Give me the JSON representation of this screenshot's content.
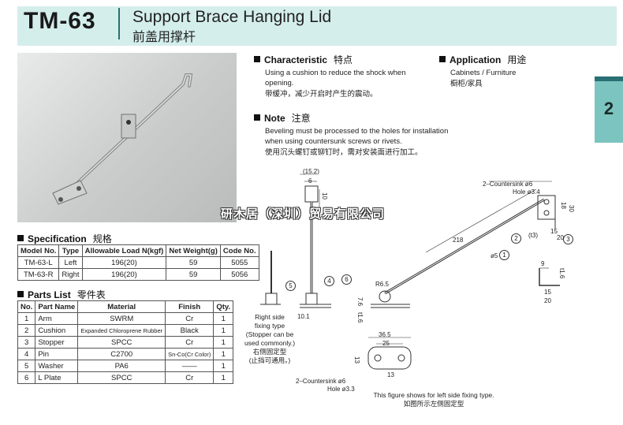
{
  "header": {
    "model": "TM-63",
    "title_en": "Support Brace Hanging Lid",
    "title_cn": "前盖用撑杆"
  },
  "side_tab": {
    "number": "2"
  },
  "characteristic": {
    "title": "Characteristic",
    "title_cn": "特点",
    "text_en": "Using a cushion to reduce the shock when opening.",
    "text_cn": "带缓冲，减少开启时产生的震动。"
  },
  "application": {
    "title": "Application",
    "title_cn": "用途",
    "text_en": "Cabinets / Furniture",
    "text_cn": "橱柜/家具"
  },
  "note": {
    "title": "Note",
    "title_cn": "注意",
    "text_en": "Beveling must be processed to the holes for installation when using countersunk screws or rivets.",
    "text_cn": "使用沉头螺钉或铆钉时，需对安装面进行加工。"
  },
  "specification": {
    "title": "Specification",
    "title_cn": "规格",
    "headers": [
      "Model No.",
      "Type",
      "Allowable Load N(kgf)",
      "Net Weight(g)",
      "Code No."
    ],
    "rows": [
      [
        "TM-63-L",
        "Left",
        "196(20)",
        "59",
        "5055"
      ],
      [
        "TM-63-R",
        "Right",
        "196(20)",
        "59",
        "5056"
      ]
    ]
  },
  "parts_list": {
    "title": "Parts List",
    "title_cn": "零件表",
    "headers": [
      "No.",
      "Part Name",
      "Material",
      "Finish",
      "Qty."
    ],
    "rows": [
      [
        "1",
        "Arm",
        "SWRM",
        "Cr",
        "1"
      ],
      [
        "2",
        "Cushion",
        "Expanded Chloroprene Rubber",
        "Black",
        "1"
      ],
      [
        "3",
        "Stopper",
        "SPCC",
        "Cr",
        "1"
      ],
      [
        "4",
        "Pin",
        "C2700",
        "Sn-Co(Cr Color)",
        "1"
      ],
      [
        "5",
        "Washer",
        "PA6",
        "——",
        "1"
      ],
      [
        "6",
        "L Plate",
        "SPCC",
        "Cr",
        "1"
      ]
    ]
  },
  "watermark": "研木居（深圳）贸易有限公司",
  "drawing": {
    "dims": {
      "d15_2": "(15.2)",
      "d6": "6",
      "d10_top": "10",
      "d10_1": "10.1",
      "d7_6": "7.6",
      "t1_6a": "t1.6",
      "countersink_top": "2–Countersink ø6",
      "hole_top": "Hole ø3.4",
      "d18": "18",
      "d30": "30",
      "d218": "218",
      "t3": "(t3)",
      "d15": "15",
      "d20": "20",
      "phi5": "ø5",
      "r6_5": "R6.5",
      "d9": "9",
      "t1_6b": "t1.6",
      "d15b": "15",
      "d20b": "20",
      "d36_5": "36.5",
      "d25": "25",
      "d13a": "13",
      "d13b": "13",
      "countersink_bottom": "2–Countersink ø6",
      "hole_bottom": "Hole ø3.3"
    },
    "balloons": [
      "1",
      "2",
      "3",
      "4",
      "5",
      "6"
    ],
    "right_side_caption": [
      "Right side",
      "fixing type",
      "(Stopper can be",
      "used commonly.)",
      "右侧固定型",
      "(止挡可通用。)"
    ],
    "figure_caption_en": "This figure shows for left side fixing type.",
    "figure_caption_cn": "如图所示左侧固定型"
  }
}
